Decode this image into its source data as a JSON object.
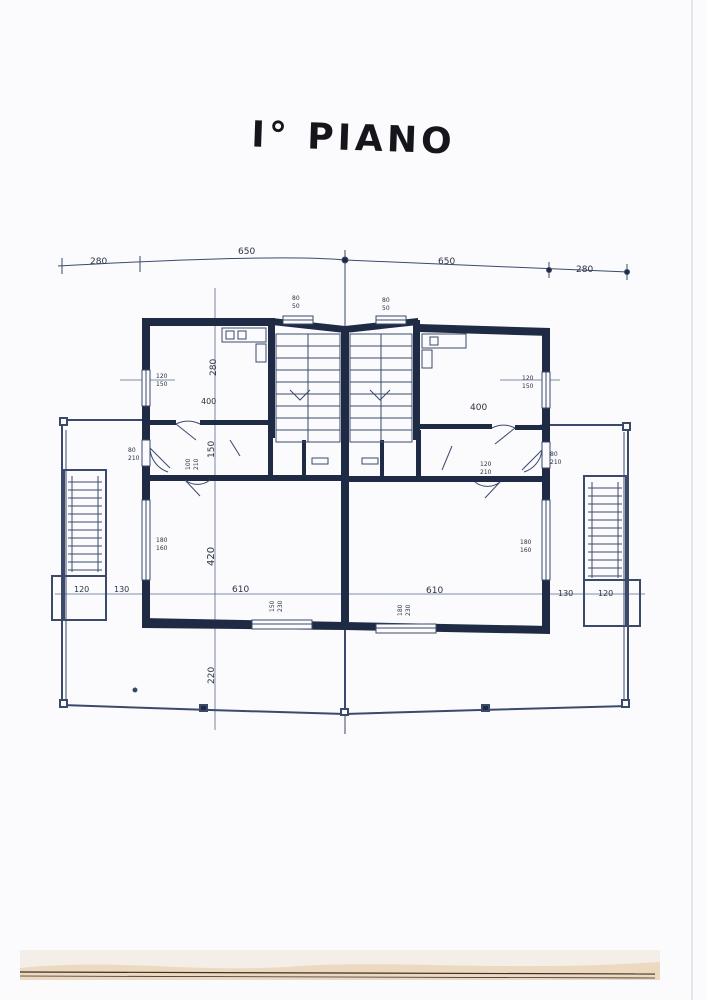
{
  "title": "I° PIANO",
  "colors": {
    "wall": "#1f2a44",
    "line": "#3b4a6b",
    "text": "#2a3244",
    "paper": "#fbfbfd",
    "stain": "#c9a06a"
  },
  "dimensions": {
    "top": [
      "280",
      "650",
      "650",
      "280"
    ],
    "room_upper_left": "280",
    "room_upper_depth_left": "400",
    "room_upper_depth_right": "400",
    "hall_width": "150",
    "main_room_height": "420",
    "main_room_width_left": "610",
    "main_room_width_right": "610",
    "balcony_left_a": "120",
    "balcony_left_b": "130",
    "balcony_right_a": "130",
    "balcony_right_b": "120",
    "terrace_depth": "220"
  },
  "window_labels": {
    "top_left": [
      "80",
      "50"
    ],
    "top_right": [
      "80",
      "50"
    ],
    "upper_left_side": [
      "120",
      "150"
    ],
    "upper_right_side": [
      "120",
      "150"
    ],
    "main_left_side": [
      "180",
      "160"
    ],
    "main_right_side": [
      "180",
      "160"
    ],
    "bottom_left": [
      "150",
      "230"
    ],
    "bottom_right": [
      "180",
      "230"
    ],
    "door_left": [
      "80",
      "210"
    ],
    "door_right": [
      "80",
      "210"
    ],
    "hall_left": [
      "100",
      "210"
    ],
    "hall_right": [
      "120",
      "210"
    ]
  }
}
